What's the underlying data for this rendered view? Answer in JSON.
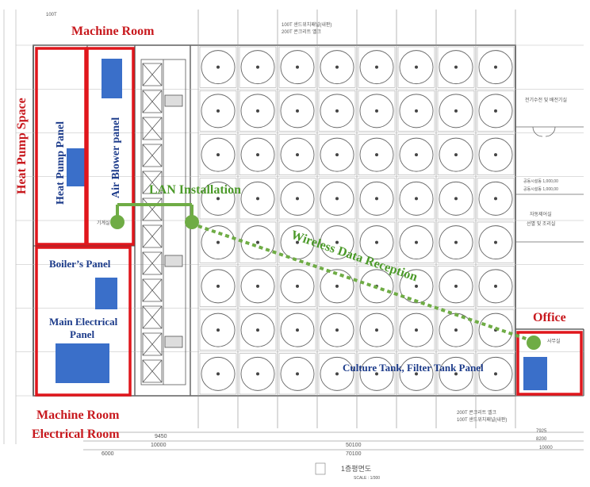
{
  "labels": {
    "machine_room_top": "Machine Room",
    "heat_pump_space": "Heat Pump Space",
    "heat_pump_panel": "Heat Pump Panel",
    "air_blower_panel": "Air Blower panel",
    "lan_installation": "LAN Installation",
    "wireless_data_reception": "Wireless Data Reception",
    "boilers_panel": "Boiler’s Panel",
    "main_electrical_panel_line1": "Main Electrical",
    "main_electrical_panel_line2": "Panel",
    "office": "Office",
    "culture_tank_panel": "Culture Tank, Filter Tank Panel",
    "machine_room_bottom": "Machine Room",
    "electrical_room": "Electrical Room"
  },
  "plan_annotations": {
    "top_note_1": "100T 샌드위치패널(내판)",
    "top_note_2": "200T 콘크리트 옐크",
    "right_note_1": "전기수전 및 배전기실",
    "right_note_2": "공동시설동 1,000,00",
    "right_note_3": "공동시설동 1,000,00",
    "right_note_4": "자동제어실",
    "right_note_5": "선별 및 조리실",
    "bottom_note_1": "200T 콘크리트 옐크",
    "bottom_note_2": "100T 샌드위치패널(내판)",
    "machine_label": "기계실",
    "office_label": "사무실",
    "dim_9450": "9450",
    "dim_10000a": "10000",
    "dim_6000": "6000",
    "dim_50100": "50100",
    "dim_70100": "70100",
    "dim_7925": "7925",
    "dim_8200": "8200",
    "dim_10000b": "10000",
    "dim_100t": "100T",
    "drawing_title": "1층평면도",
    "scale": "SCALE : 1/300"
  },
  "colors": {
    "highlight": "#e0161c",
    "panel": "#3a6fc9",
    "lan": "#6fac45",
    "wall": "#444444"
  },
  "tank_grid": {
    "rows": 8,
    "cols": 8
  }
}
